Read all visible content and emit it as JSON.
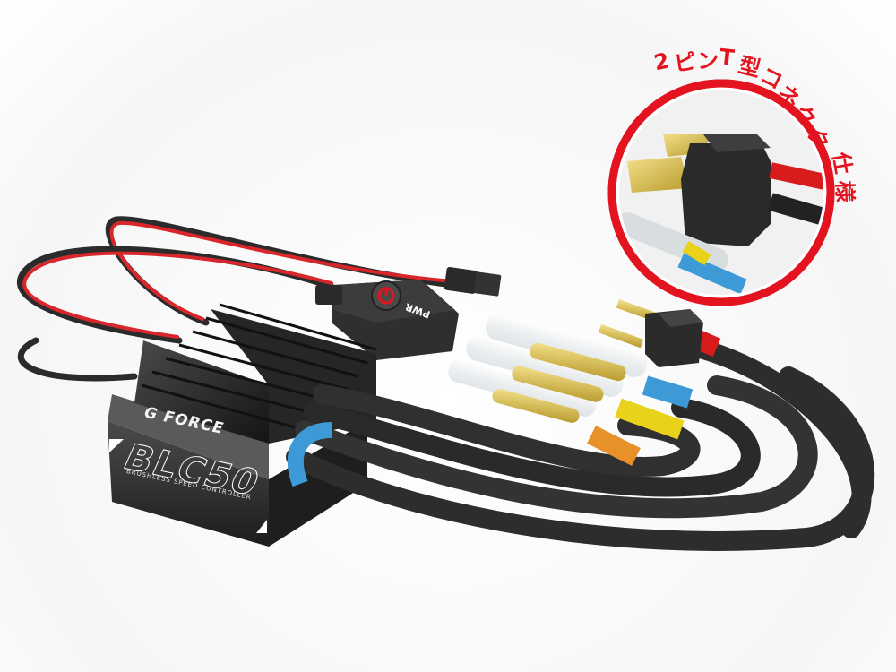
{
  "image": {
    "subject": "Brushless ESC product render",
    "background_color": "#ffffff"
  },
  "esc": {
    "brand_logo": "G FORCE",
    "model_label": "BLC50",
    "sub_label": "BRUSHLESS SPEED CONTROLLER",
    "switch_label": "PWR",
    "switch_icon": "power-icon",
    "heatsink_color": "#2a2a2a",
    "body_color": "#3a3a3a"
  },
  "callout": {
    "text": "2ピンT型コネクタ仕様",
    "chars": [
      "2",
      "ピ",
      "ン",
      "T",
      "型",
      "コ",
      "ネ",
      "ク",
      "タ",
      "仕",
      "様"
    ],
    "ring_color": "#e3141f",
    "detail": "2-pin T-type connector close-up"
  },
  "wires": {
    "motor_sleeve_colors": [
      "#3d9ad6",
      "#e8d21a",
      "#e8902a"
    ],
    "battery_sleeve_color": "#d81c1c",
    "receiver_lead_colors": [
      "#d8262a",
      "#2b2b2b"
    ],
    "cable_color": "#2f2f2f",
    "connector_pin_color": "#d6b84a"
  }
}
